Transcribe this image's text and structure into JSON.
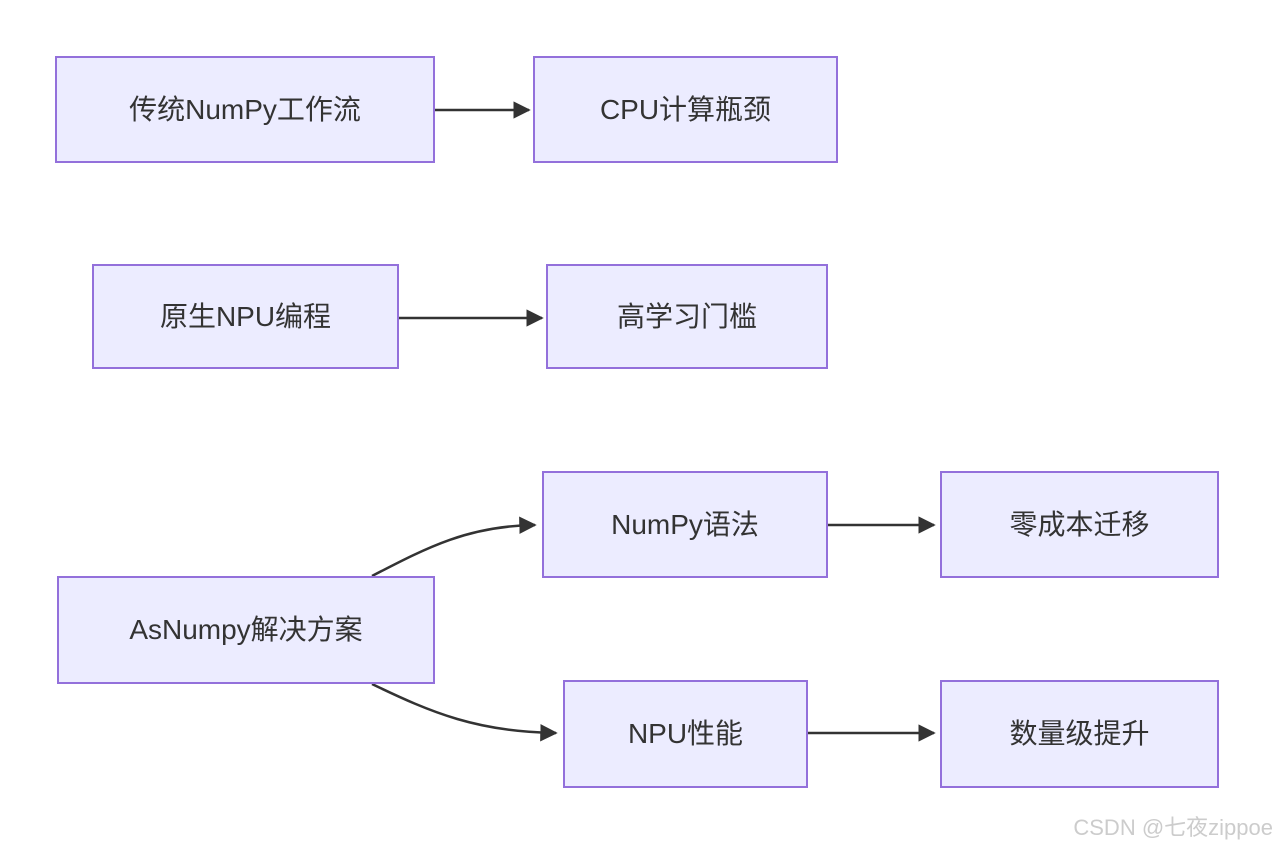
{
  "diagram": {
    "type": "flowchart",
    "colors": {
      "node_fill": "#ECECFF",
      "node_border": "#9370DB",
      "edge_color": "#333333",
      "text_color": "#333333",
      "watermark_color": "#CCCCCC",
      "background": "#FFFFFF"
    },
    "nodes": [
      {
        "id": "traditional-workflow",
        "label": "传统NumPy工作流"
      },
      {
        "id": "cpu-bottleneck",
        "label": "CPU计算瓶颈"
      },
      {
        "id": "native-npu",
        "label": "原生NPU编程"
      },
      {
        "id": "learning-threshold",
        "label": "高学习门槛"
      },
      {
        "id": "asnumpy-solution",
        "label": "AsNumpy解决方案"
      },
      {
        "id": "numpy-syntax",
        "label": "NumPy语法"
      },
      {
        "id": "zero-cost-migration",
        "label": "零成本迁移"
      },
      {
        "id": "npu-performance",
        "label": "NPU性能"
      },
      {
        "id": "magnitude-boost",
        "label": "数量级提升"
      }
    ],
    "edges": [
      {
        "from": "传统NumPy工作流",
        "to": "CPU计算瓶颈"
      },
      {
        "from": "原生NPU编程",
        "to": "高学习门槛"
      },
      {
        "from": "AsNumpy解决方案",
        "to": "NumPy语法"
      },
      {
        "from": "NumPy语法",
        "to": "零成本迁移"
      },
      {
        "from": "AsNumpy解决方案",
        "to": "NPU性能"
      },
      {
        "from": "NPU性能",
        "to": "数量级提升"
      }
    ],
    "watermark": "CSDN @七夜zippoe"
  }
}
